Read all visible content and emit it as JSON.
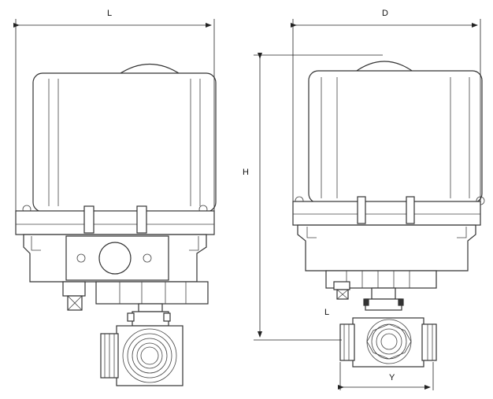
{
  "dimensions": {
    "front_width_label": "L",
    "side_width_label": "D",
    "height_label": "H",
    "side_valve_length_label": "L",
    "port_width_label": "Y"
  }
}
